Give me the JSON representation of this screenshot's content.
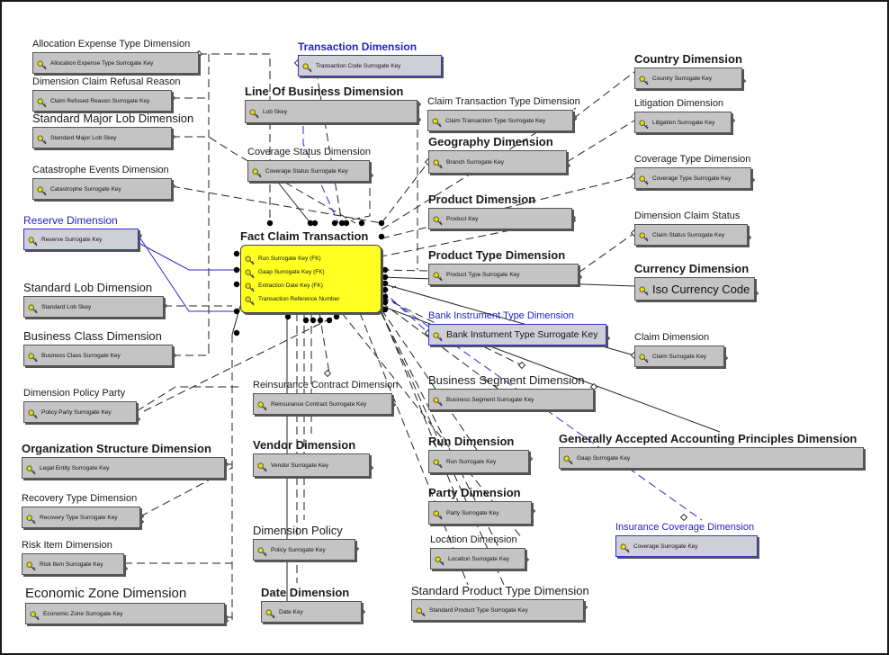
{
  "diagram": {
    "fact": {
      "title": "Fact Claim Transaction",
      "attributes": [
        "Run Surrogate Key (FK)",
        "Gaap Surrogate Key (FK)",
        "Extraction Date Key (FK)",
        "Transaction Reference Number"
      ]
    },
    "entities": [
      {
        "id": "allocation-expense-type",
        "title": "Allocation Expense Type Dimension",
        "attr": "Allocation Expense Type Surrogate Key"
      },
      {
        "id": "dimension-claim-refusal-reason",
        "title": "Dimension Claim Refusal Reason",
        "attr": "Claim Refused Reason Surrogate Key"
      },
      {
        "id": "standard-major-lob",
        "title": "Standard Major Lob Dimension",
        "attr": "Standard Major Lob Skey"
      },
      {
        "id": "catastrophe-events",
        "title": "Catastrophe Events Dimension",
        "attr": "Catastrophe Surrogate Key"
      },
      {
        "id": "reserve",
        "title": "Reserve Dimension",
        "attr": "Reserve Surrogate Key"
      },
      {
        "id": "standard-lob",
        "title": "Standard Lob Dimension",
        "attr": "Standard Lob Skey"
      },
      {
        "id": "business-class",
        "title": "Business Class Dimension",
        "attr": "Business Class Surrogate Key"
      },
      {
        "id": "dimension-policy-party",
        "title": "Dimension Policy Party",
        "attr": "Policy Party Surrogate Key"
      },
      {
        "id": "organization-structure",
        "title": "Organization Structure Dimension",
        "attr": "Legal Entity Surrogate Key"
      },
      {
        "id": "recovery-type",
        "title": "Recovery Type Dimension",
        "attr": "Recovery Type Surrogate Key"
      },
      {
        "id": "risk-item",
        "title": "Risk Item Dimension",
        "attr": "Risk Item Surrogate Key"
      },
      {
        "id": "economic-zone",
        "title": "Economic Zone Dimension",
        "attr": "Economic Zone Surrogate Key"
      },
      {
        "id": "transaction",
        "title": "Transaction Dimension",
        "attr": "Transaction Code Surrogate Key"
      },
      {
        "id": "line-of-business",
        "title": "Line Of Business Dimension",
        "attr": "Lob Skey"
      },
      {
        "id": "coverage-status",
        "title": "Coverage Status Dimension",
        "attr": "Coverage Status Surrogate Key"
      },
      {
        "id": "reinsurance-contract",
        "title": "Reinsurance Contract Dimension",
        "attr": "Reinsurance Contract Surrogate Key"
      },
      {
        "id": "vendor",
        "title": "Vendor Dimension",
        "attr": "Vendor Surrogate Key"
      },
      {
        "id": "dimension-policy",
        "title": "Dimension Policy",
        "attr": "Policy Surrogate Key"
      },
      {
        "id": "date",
        "title": "Date Dimension",
        "attr": "Date Key"
      },
      {
        "id": "claim-transaction-type",
        "title": "Claim Transaction Type Dimension",
        "attr": "Claim Transaction Type Surrogate Key"
      },
      {
        "id": "geography",
        "title": "Geography Dimension",
        "attr": "Branch Surrogate Key"
      },
      {
        "id": "product",
        "title": "Product Dimension",
        "attr": "Product Key"
      },
      {
        "id": "product-type",
        "title": "Product Type Dimension",
        "attr": "Product Type Surrogate Key"
      },
      {
        "id": "bank-instrument-type",
        "title": "Bank Instrument Type Dimension",
        "attr": "Bank Instument Type Surrogate Key"
      },
      {
        "id": "business-segment",
        "title": "Business Segment Dimension",
        "attr": "Business Segment Surrogate Key"
      },
      {
        "id": "run",
        "title": "Run Dimension",
        "attr": "Run Surrogate Key"
      },
      {
        "id": "party",
        "title": "Party Dimension",
        "attr": "Party Surrogate Key"
      },
      {
        "id": "location",
        "title": "Location Dimension",
        "attr": "Location Surrogate Key"
      },
      {
        "id": "standard-product-type",
        "title": "Standard Product Type Dimension",
        "attr": "Standard Product Type Surrogate Key"
      },
      {
        "id": "country",
        "title": "Country Dimension",
        "attr": "Country Surrogate Key"
      },
      {
        "id": "litigation",
        "title": "Litigation Dimension",
        "attr": "Litigation Surrogate Key"
      },
      {
        "id": "coverage-type",
        "title": "Coverage Type Dimension",
        "attr": "Coverage Type Surrogate Key"
      },
      {
        "id": "dimension-claim-status",
        "title": "Dimension Claim Status",
        "attr": "Claim Status Surrogate Key"
      },
      {
        "id": "currency",
        "title": "Currency Dimension",
        "attr": "Iso Currency Code"
      },
      {
        "id": "claim",
        "title": "Claim Dimension",
        "attr": "Claim Surrogate Key"
      },
      {
        "id": "gaap",
        "title": "Generally Accepted Accounting Principles Dimension",
        "attr": "Gaap Surrogate Key"
      },
      {
        "id": "insurance-coverage",
        "title": "Insurance Coverage Dimension",
        "attr": "Coverage Surrogate Key"
      }
    ],
    "colors": {
      "fact_fill": "#ffff22",
      "entity_fill": "#c4c4c4",
      "blue_entity": "#2222cc",
      "link": "#222222"
    },
    "icon": "key-icon"
  }
}
